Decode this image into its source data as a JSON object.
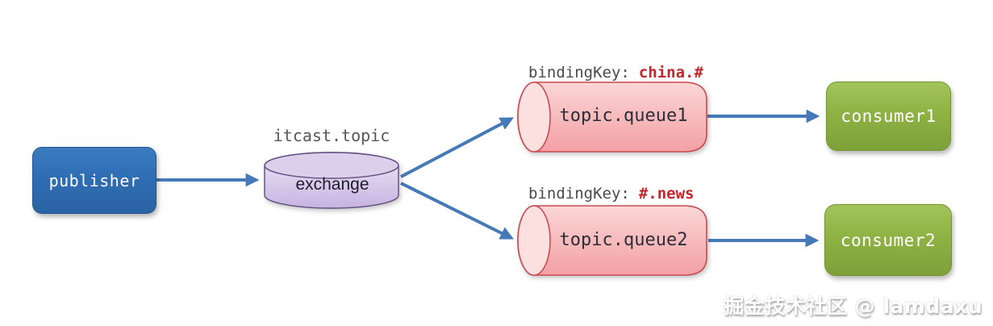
{
  "diagram": {
    "publisher": {
      "label": "publisher"
    },
    "exchange": {
      "name": "itcast.topic",
      "label": "exchange"
    },
    "queues": [
      {
        "label": "topic.queue1",
        "bindingKey_label": "bindingKey:",
        "bindingKey": "china.#"
      },
      {
        "label": "topic.queue2",
        "bindingKey_label": "bindingKey:",
        "bindingKey": "#.news"
      }
    ],
    "consumers": [
      {
        "label": "consumer1"
      },
      {
        "label": "consumer2"
      }
    ],
    "flow": [
      {
        "from": "publisher",
        "to": "exchange"
      },
      {
        "from": "exchange",
        "to": "topic.queue1",
        "bindingKey": "china.#"
      },
      {
        "from": "exchange",
        "to": "topic.queue2",
        "bindingKey": "#.news"
      },
      {
        "from": "topic.queue1",
        "to": "consumer1"
      },
      {
        "from": "topic.queue2",
        "to": "consumer2"
      }
    ],
    "watermark": "掘金技术社区 @ lamdaxu",
    "colors": {
      "publisher_blue": "#2f6db4",
      "exchange_purple": "#ddd0ee",
      "queue_pink": "#f8bcbe",
      "queue_border_red": "#c84b50",
      "consumer_green": "#8fb244",
      "arrow_blue": "#4579b8",
      "binding_key_red": "#c1262c",
      "label_gray": "#4a4a4a"
    }
  }
}
